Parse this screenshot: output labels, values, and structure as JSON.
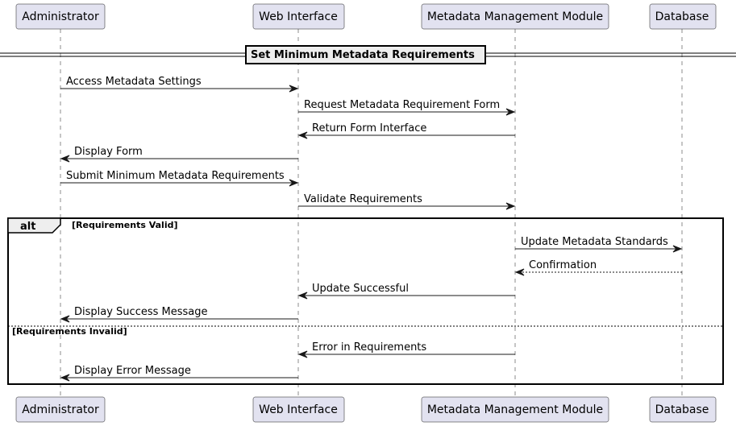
{
  "participants": [
    {
      "id": "admin",
      "label": "Administrator"
    },
    {
      "id": "web",
      "label": "Web Interface"
    },
    {
      "id": "mmm",
      "label": "Metadata Management Module"
    },
    {
      "id": "db",
      "label": "Database"
    }
  ],
  "divider": {
    "label": "Set Minimum Metadata Requirements"
  },
  "messages": [
    {
      "from": "admin",
      "to": "web",
      "label": "Access Metadata Settings",
      "style": "solid"
    },
    {
      "from": "web",
      "to": "mmm",
      "label": "Request Metadata Requirement Form",
      "style": "solid"
    },
    {
      "from": "mmm",
      "to": "web",
      "label": "Return Form Interface",
      "style": "solid"
    },
    {
      "from": "web",
      "to": "admin",
      "label": "Display Form",
      "style": "solid"
    },
    {
      "from": "admin",
      "to": "web",
      "label": "Submit Minimum Metadata Requirements",
      "style": "solid"
    },
    {
      "from": "web",
      "to": "mmm",
      "label": "Validate Requirements",
      "style": "solid"
    },
    {
      "from": "mmm",
      "to": "db",
      "label": "Update Metadata Standards",
      "style": "solid"
    },
    {
      "from": "db",
      "to": "mmm",
      "label": "Confirmation",
      "style": "dashed"
    },
    {
      "from": "mmm",
      "to": "web",
      "label": "Update Successful",
      "style": "solid"
    },
    {
      "from": "web",
      "to": "admin",
      "label": "Display Success Message",
      "style": "solid"
    },
    {
      "from": "mmm",
      "to": "web",
      "label": "Error in Requirements",
      "style": "solid"
    },
    {
      "from": "web",
      "to": "admin",
      "label": "Display Error Message",
      "style": "solid"
    }
  ],
  "alt": {
    "keyword": "alt",
    "guard": "[Requirements Valid]",
    "else_guard": "[Requirements Invalid]"
  },
  "colors": {
    "participant_fill": "#e2e2f0",
    "participant_border": "#181818",
    "lifeline": "#181818",
    "arrow": "#181818",
    "frame": "#000000"
  }
}
